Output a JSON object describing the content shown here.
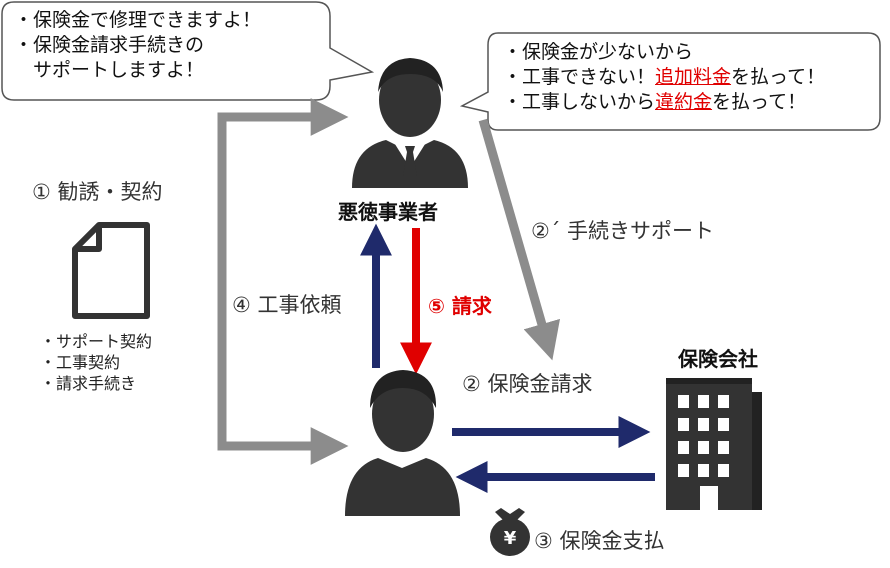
{
  "colors": {
    "gray_arrow": "#8c8c8c",
    "navy_arrow": "#1f2a6b",
    "red_arrow": "#e00000",
    "icon_dark": "#333333"
  },
  "bubble_left": {
    "lines": [
      "・保険金で修理できますよ！",
      "・保険金請求手続きの",
      "　サポートしますよ！"
    ]
  },
  "bubble_right": {
    "line1": "・保険金が少ないから",
    "line2_pre": "・工事できない！",
    "line2_em": "追加料金",
    "line2_post": "を払って！",
    "line3_pre": "・工事しないから",
    "line3_em": "違約金",
    "line3_post": "を払って！"
  },
  "contractor": {
    "label": "悪徳事業者",
    "icon": "person-suit-icon"
  },
  "insurer": {
    "label": "保険会社",
    "icon": "building-icon"
  },
  "customer": {
    "icon": "person-icon"
  },
  "document": {
    "icon": "document-icon",
    "items": [
      "・サポート契約",
      "・工事契約",
      "・請求手続き"
    ]
  },
  "steps": {
    "s1": "① 勧誘・契約",
    "s2": "② 保険金請求",
    "s2p": "②´ 手続きサポート",
    "s3": "③ 保険金支払",
    "s4": "④ 工事依頼",
    "s5": "⑤ 請求"
  },
  "money_icon": {
    "name": "money-bag-icon",
    "glyph": "¥"
  }
}
